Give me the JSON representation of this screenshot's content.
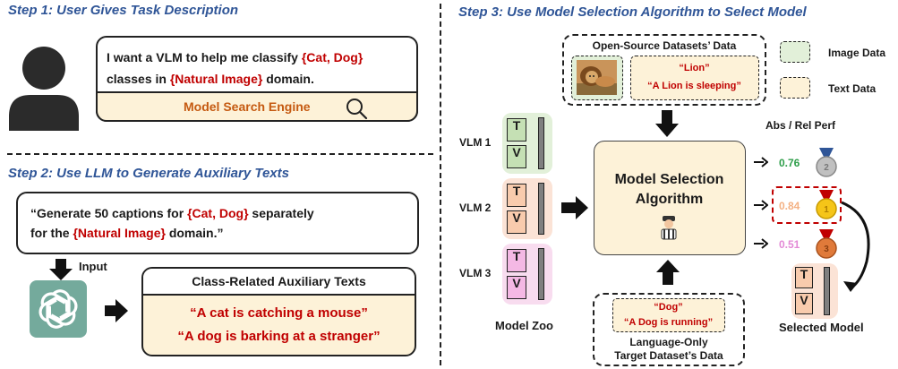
{
  "step1": {
    "title": "Step 1: User Gives Task Description",
    "prompt_line1_a": "I want a VLM to help me classify ",
    "prompt_line1_b": "{Cat, Dog}",
    "prompt_line2_a": "classes in ",
    "prompt_line2_b": "{Natural Image}",
    "prompt_line2_c": " domain.",
    "search_engine": "Model Search Engine"
  },
  "step2": {
    "title": "Step 2: Use LLM to Generate Auxiliary Texts",
    "quote_line1_a": "“Generate 50 captions for ",
    "quote_line1_b": "{Cat, Dog}",
    "quote_line1_c": " separately",
    "quote_line2_a": "for the ",
    "quote_line2_b": "{Natural Image}",
    "quote_line2_c": " domain.”",
    "input_label": "Input",
    "aux_title": "Class-Related Auxiliary Texts",
    "aux_text1": "“A cat is catching a mouse”",
    "aux_text2": "“A dog is barking at a stranger”"
  },
  "step3": {
    "title": "Step 3: Use Model Selection Algorithm to Select Model",
    "open_source_title": "Open-Source Datasets’ Data",
    "os_text1": "“Lion”",
    "os_text2": "“A Lion is sleeping”",
    "legend_image": "Image Data",
    "legend_text": "Text Data",
    "abs_rel": "Abs / Rel Perf",
    "vlm1": "VLM 1",
    "vlm2": "VLM 2",
    "vlm3": "VLM 3",
    "enc_t": "T",
    "enc_v": "V",
    "msa_line1": "Model Selection",
    "msa_line2": "Algorithm",
    "perf1": "0.76",
    "perf2": "0.84",
    "perf3": "0.51",
    "model_zoo": "Model Zoo",
    "selected_model": "Selected Model",
    "target_text1": "“Dog”",
    "target_text2": "“A Dog is running”",
    "target_title1": "Language-Only",
    "target_title2": "Target Dataset’s Data"
  },
  "colors": {
    "step_title": "#2f5597",
    "red_text": "#c00000",
    "engine_orange": "#c55a11",
    "text_fill": "#fdf2d8",
    "image_fill": "#e2f0d9",
    "vlm1_bg": "#e2f0d9",
    "vlm2_bg": "#fbe3d6",
    "vlm3_bg": "#f8dcef",
    "perf1": "#2e9e4a",
    "perf2": "#f4b183",
    "perf3": "#e38ad6",
    "chatgpt_green": "#74aa9c"
  }
}
